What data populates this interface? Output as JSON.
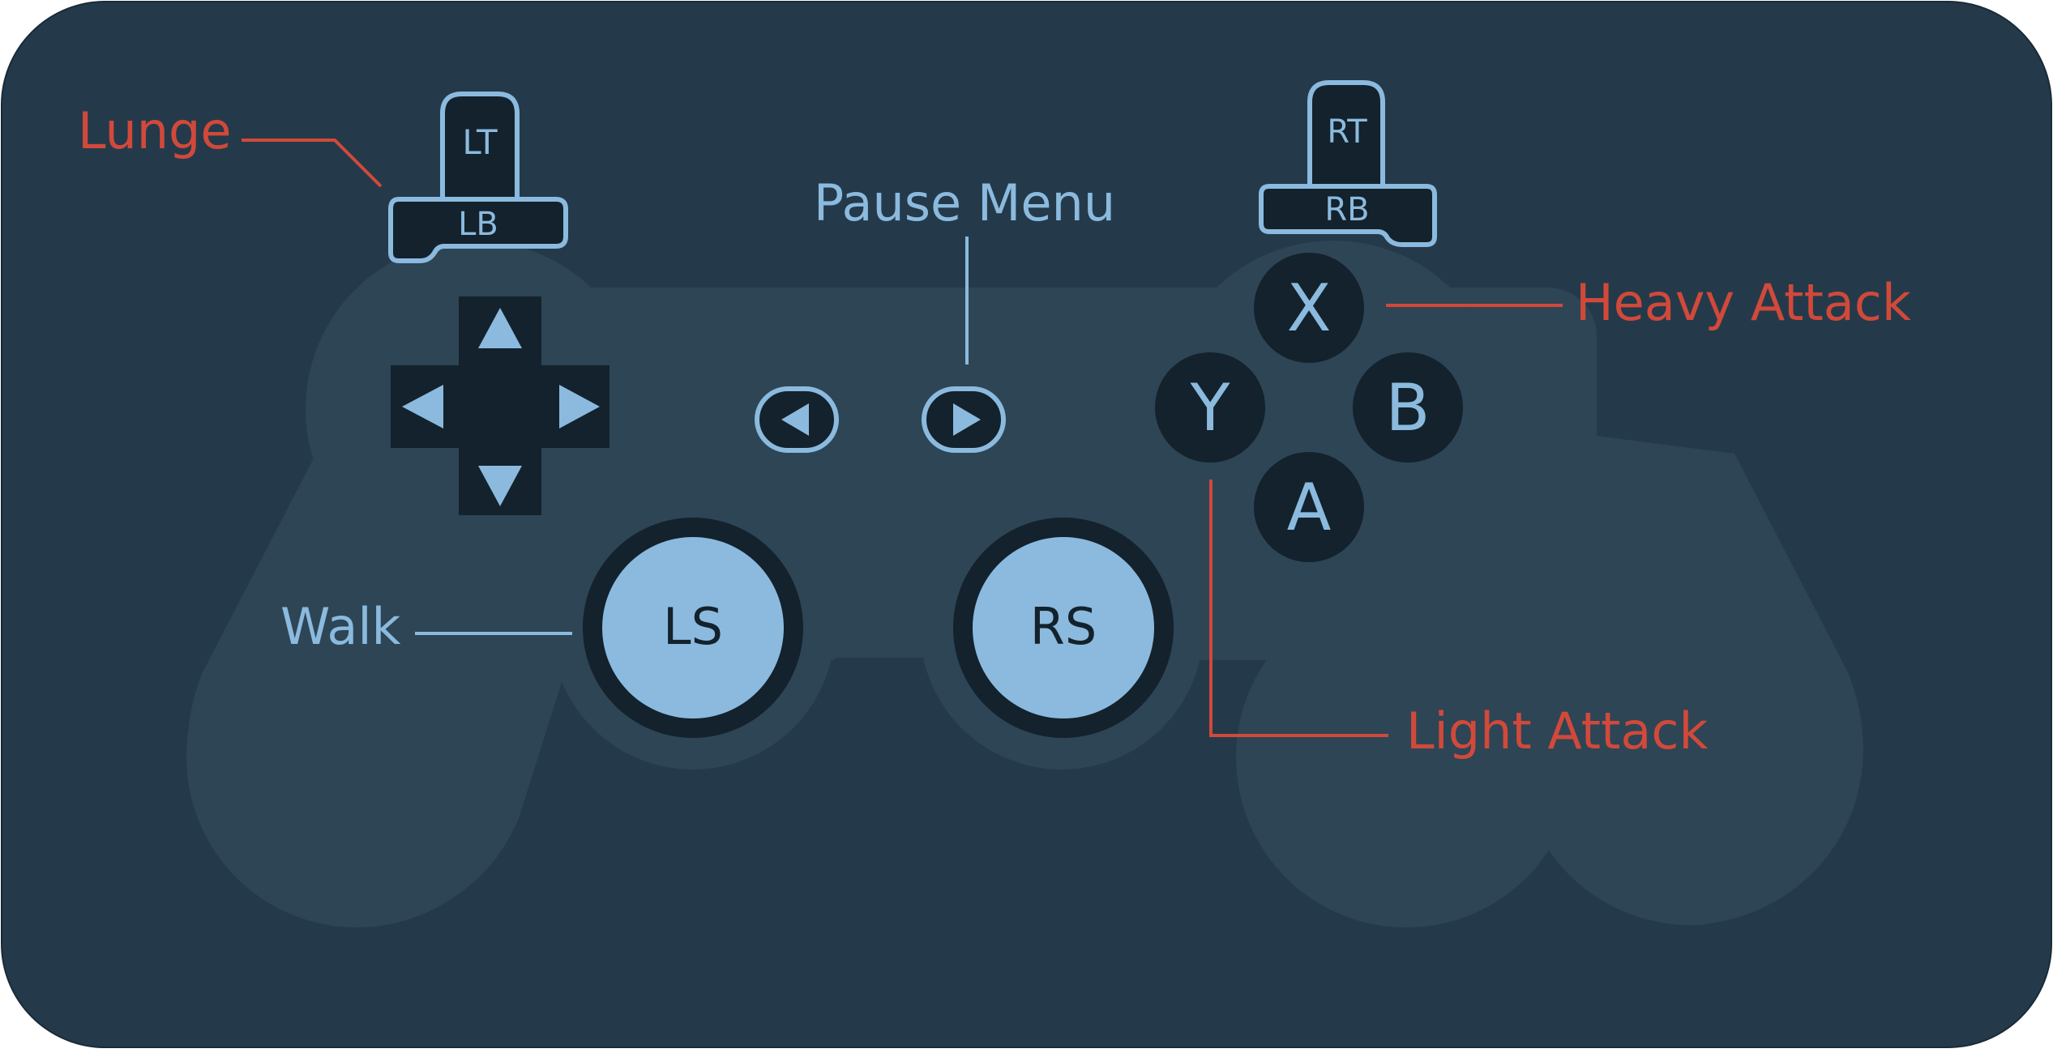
{
  "colors": {
    "background": "#243a4a",
    "controller_body": "#2d4555",
    "button_dark": "#13222c",
    "accent_blue": "#8bbade",
    "label_red": "#d1493a",
    "label_blue": "#8bbade"
  },
  "buttons": {
    "lt": "LT",
    "lb": "LB",
    "rt": "RT",
    "rb": "RB",
    "x": "X",
    "y": "Y",
    "a": "A",
    "b": "B",
    "ls": "LS",
    "rs": "RS"
  },
  "icons": {
    "dpad_up": "triangle-up-icon",
    "dpad_down": "triangle-down-icon",
    "dpad_left": "triangle-left-icon",
    "dpad_right": "triangle-right-icon",
    "back": "back-button-icon",
    "start": "start-button-icon"
  },
  "labels": {
    "lunge": "Lunge",
    "pause_menu": "Pause Menu",
    "heavy_attack": "Heavy Attack",
    "walk": "Walk",
    "light_attack": "Light Attack"
  }
}
